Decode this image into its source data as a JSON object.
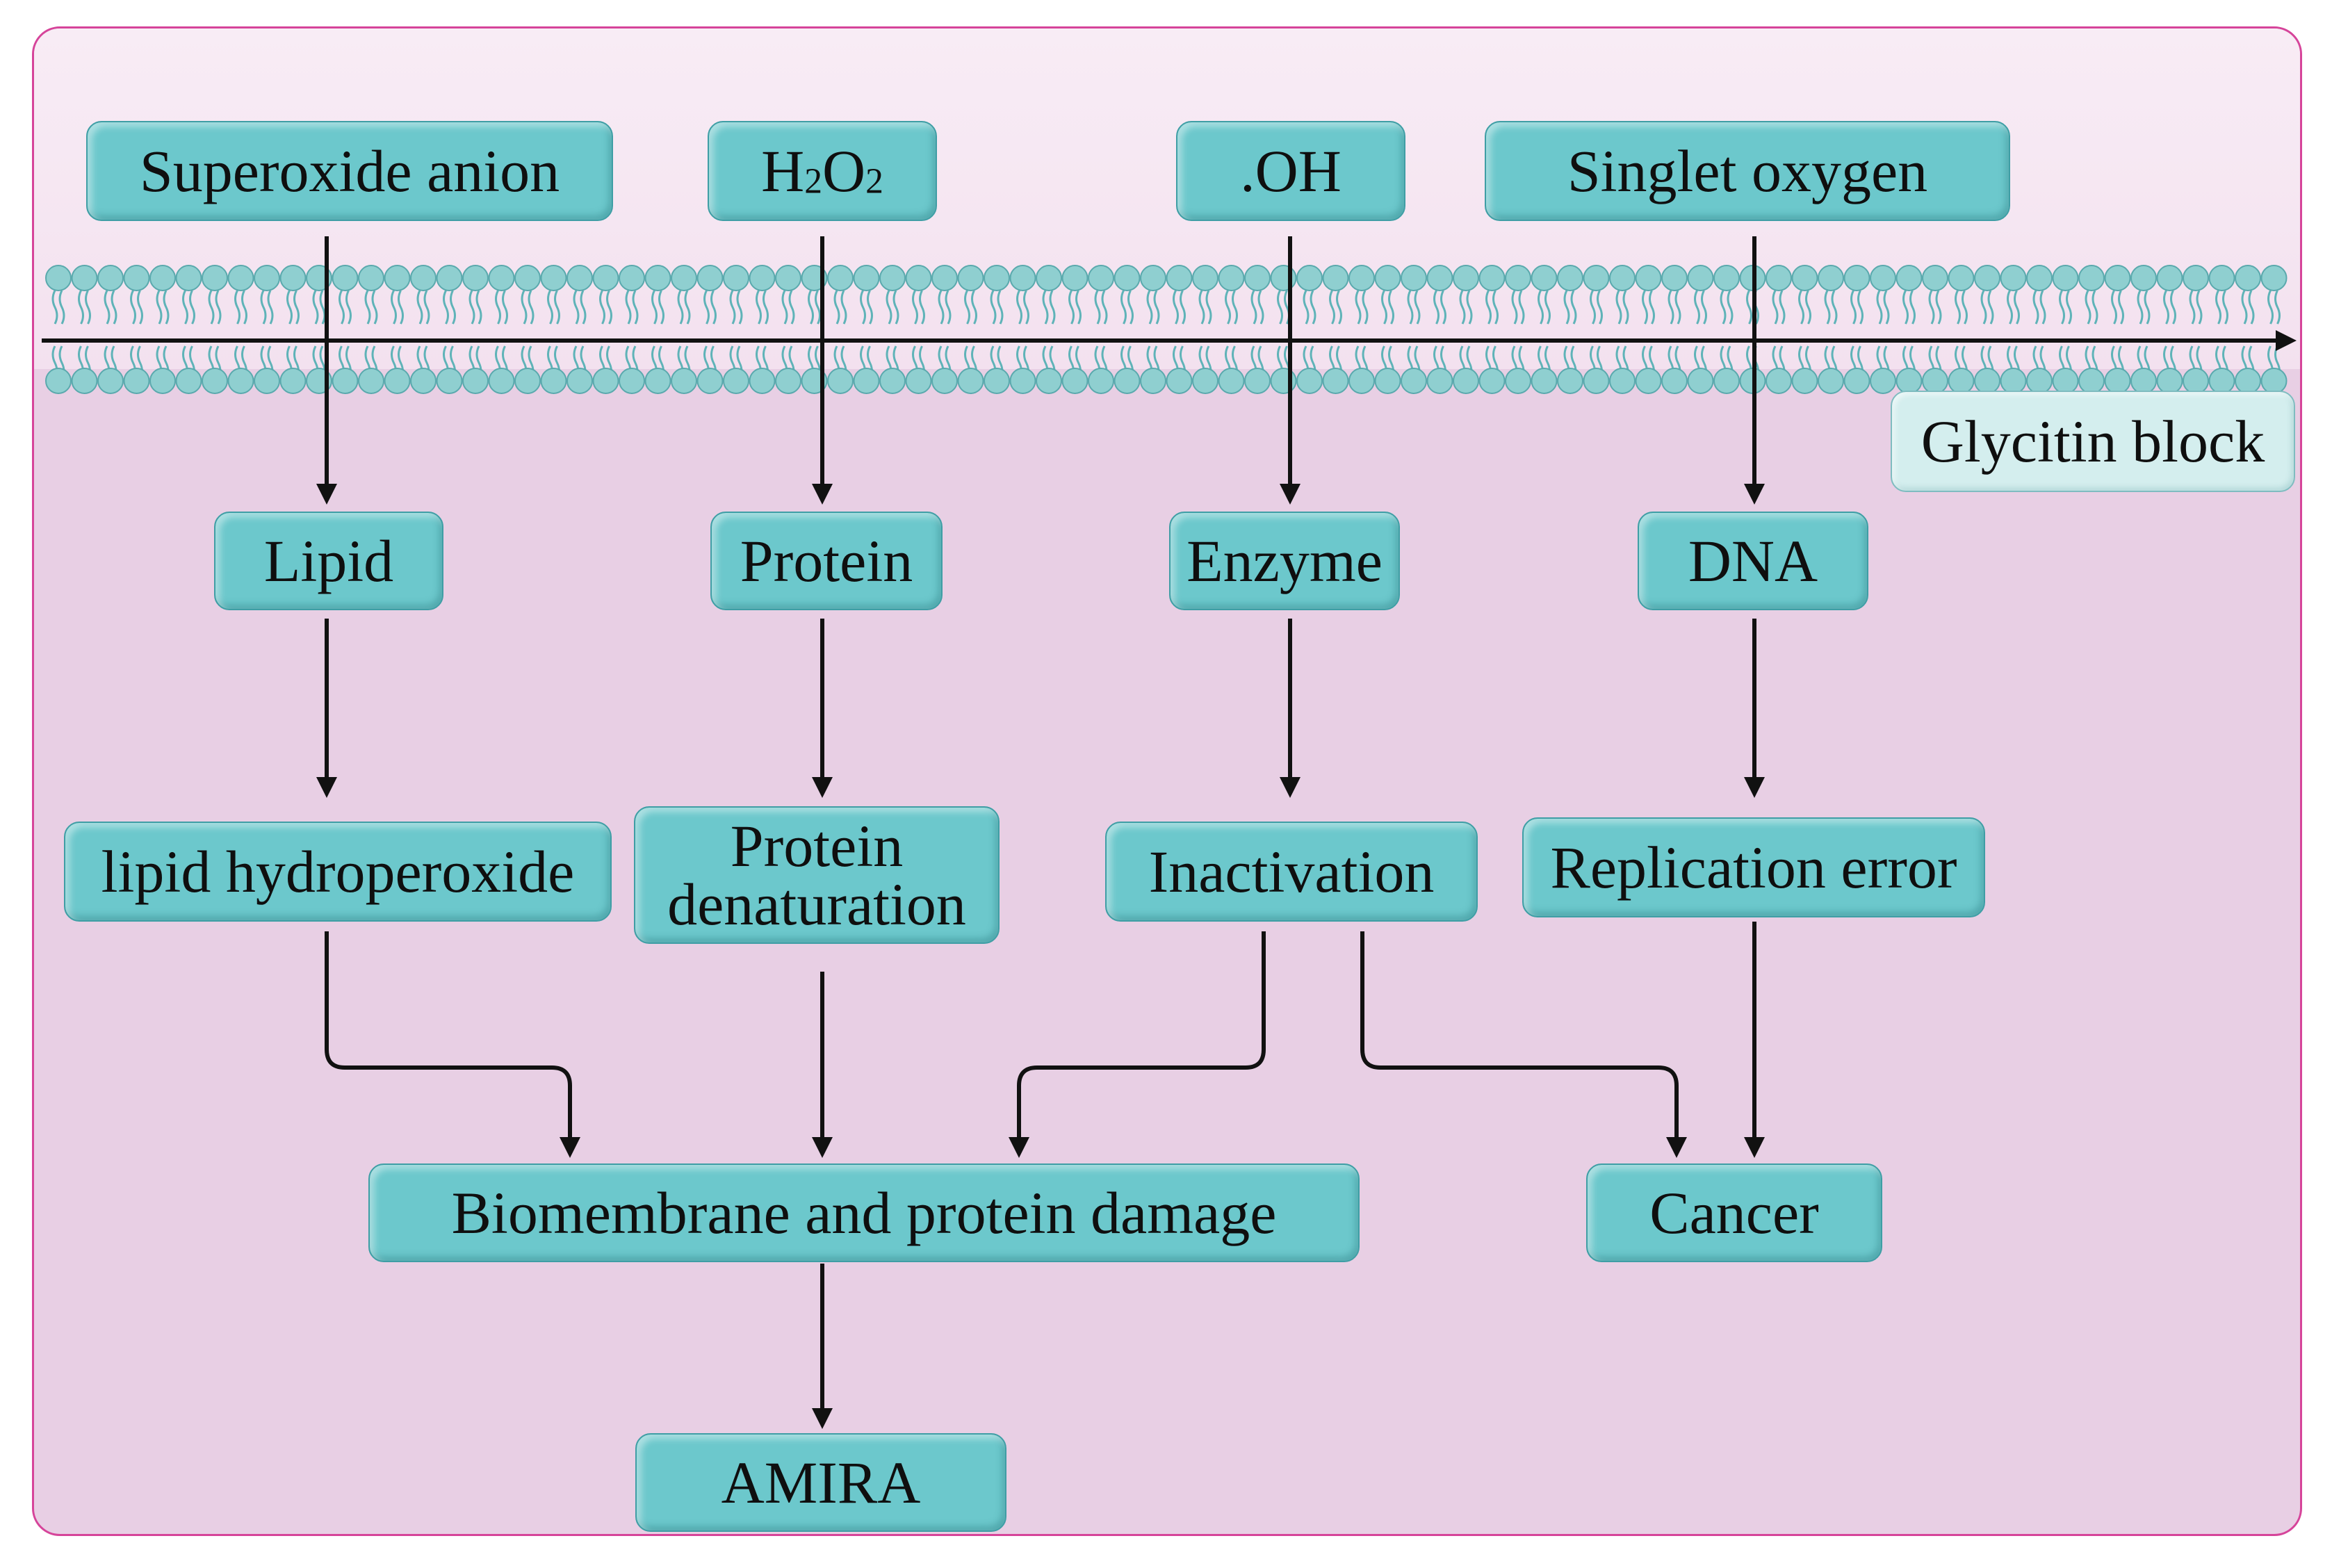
{
  "sources": {
    "superoxide": "Superoxide anion",
    "h2o2_h": "H",
    "h2o2_sub1": "2",
    "h2o2_o": "O",
    "h2o2_sub2": "2",
    "oh": ".OH",
    "singlet": "Singlet oxygen"
  },
  "membrane_label": "Glycitin block",
  "targets": {
    "lipid": "Lipid",
    "protein": "Protein",
    "enzyme": "Enzyme",
    "dna": "DNA"
  },
  "effects": {
    "lipid_hydroperoxide": "lipid hydroperoxide",
    "protein_denaturation_line1": "Protein",
    "protein_denaturation_line2": "denaturation",
    "inactivation": "Inactivation",
    "replication_error": "Replication error"
  },
  "outcomes": {
    "biomembrane_damage": "Biomembrane and protein damage",
    "cancer": "Cancer",
    "amira": "AMIRA"
  },
  "colors": {
    "node_fill": "#6cc8cc",
    "node_border": "#3f9ea5",
    "membrane_head": "#8fcfd0",
    "background": "#e8cfe4",
    "frame": "#d6449a"
  }
}
